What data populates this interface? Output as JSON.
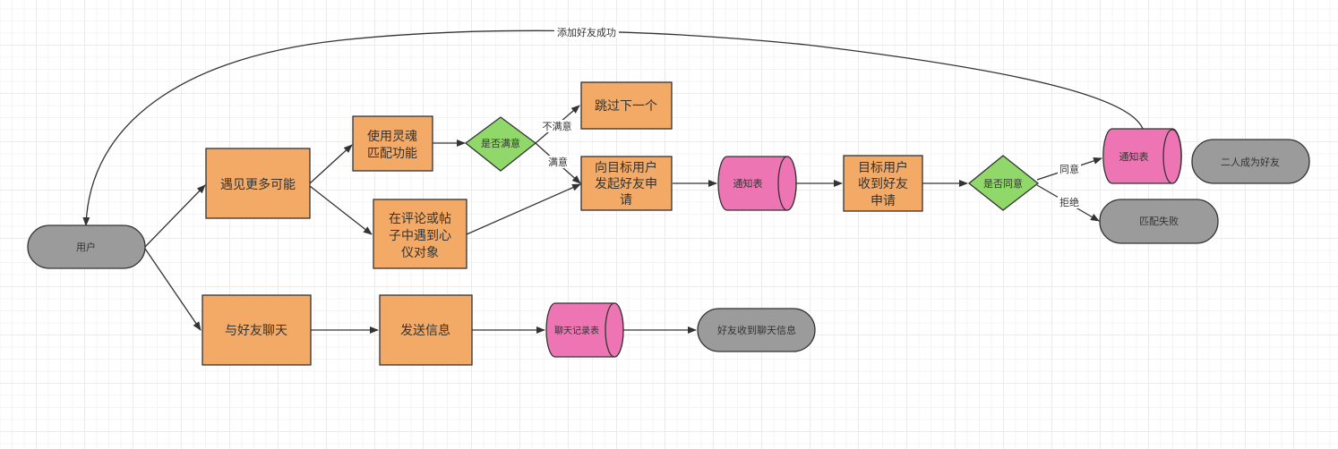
{
  "colors": {
    "process": "#f2aa66",
    "terminal": "#9b9b9b",
    "database": "#ee75b4",
    "decision": "#90d86a",
    "stroke": "#333333"
  },
  "nodes": {
    "user": "用户",
    "meet_more": "遇见更多可能",
    "soul_match": [
      "使用灵魂",
      "匹配功能"
    ],
    "satisfied_q": "是否满意",
    "skip_next": "跳过下一个",
    "comment_meet": [
      "在评论或帖",
      "子中遇到心",
      "仪对象"
    ],
    "send_request": [
      "向目标用户",
      "发起好友申",
      "请"
    ],
    "notify_table_1": "通知表",
    "target_receive": [
      "目标用户",
      "收到好友",
      "申请"
    ],
    "agree_q": "是否同意",
    "notify_table_2": "通知表",
    "become_friends": "二人成为好友",
    "match_fail": "匹配失败",
    "chat_friend": "与好友聊天",
    "send_message": "发送信息",
    "chat_log_table": "聊天记录表",
    "friend_receive": "好友收到聊天信息"
  },
  "edge_labels": {
    "add_success": "添加好友成功",
    "not_satisfied": "不满意",
    "satisfied": "满意",
    "agree": "同意",
    "reject": "拒绝"
  }
}
